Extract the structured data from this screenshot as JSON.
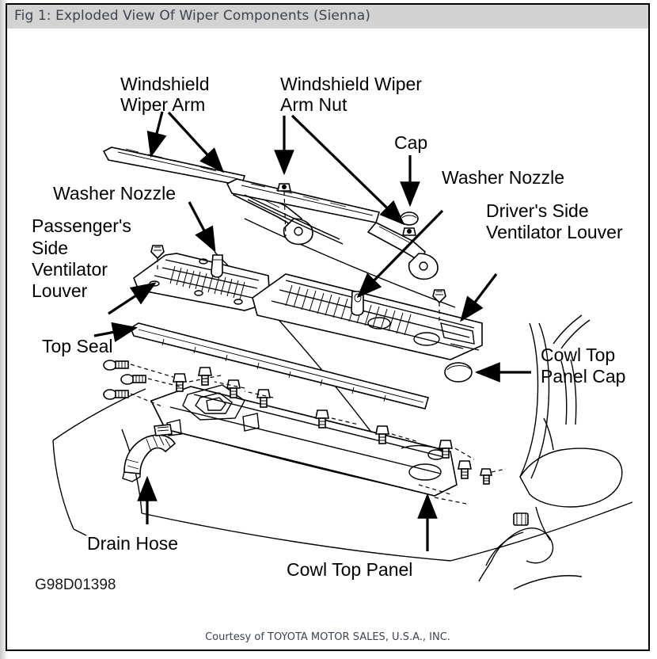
{
  "header": {
    "title": "Fig 1: Exploded View Of Wiper Components (Sienna)"
  },
  "figure": {
    "reference_code": "G98D01398",
    "type": "exploded-parts-diagram",
    "subject": "Windshield wiper and cowl components",
    "vehicle": "Sienna"
  },
  "callouts": [
    {
      "id": "windshield-wiper-arm",
      "lines": [
        "Windshield",
        "Wiper Arm"
      ]
    },
    {
      "id": "windshield-wiper-arm-nut",
      "lines": [
        "Windshield Wiper",
        "Arm Nut"
      ]
    },
    {
      "id": "cap",
      "lines": [
        "Cap"
      ]
    },
    {
      "id": "washer-nozzle-left",
      "lines": [
        "Washer Nozzle"
      ]
    },
    {
      "id": "passengers-side-ventilator-louver",
      "lines": [
        "Passenger's",
        "Side",
        "Ventilator",
        "Louver"
      ]
    },
    {
      "id": "washer-nozzle-right",
      "lines": [
        "Washer Nozzle"
      ]
    },
    {
      "id": "drivers-side-ventilator-louver",
      "lines": [
        "Driver's Side",
        "Ventilator Louver"
      ]
    },
    {
      "id": "top-seal",
      "lines": [
        "Top Seal"
      ]
    },
    {
      "id": "cowl-top-panel-cap",
      "lines": [
        "Cowl Top",
        "Panel Cap"
      ]
    },
    {
      "id": "drain-hose",
      "lines": [
        "Drain Hose"
      ]
    },
    {
      "id": "cowl-top-panel",
      "lines": [
        "Cowl Top Panel"
      ]
    }
  ],
  "labels": {
    "windshield_wiper_arm_l1": "Windshield",
    "windshield_wiper_arm_l2": "Wiper Arm",
    "windshield_wiper_arm_nut_l1": "Windshield Wiper",
    "windshield_wiper_arm_nut_l2": "Arm Nut",
    "cap": "Cap",
    "washer_nozzle_left": "Washer Nozzle",
    "passengers_l1": "Passenger's",
    "passengers_l2": "Side",
    "passengers_l3": "Ventilator",
    "passengers_l4": "Louver",
    "washer_nozzle_right": "Washer Nozzle",
    "drivers_l1": "Driver's Side",
    "drivers_l2": "Ventilator Louver",
    "top_seal": "Top Seal",
    "cowl_top_panel_cap_l1": "Cowl Top",
    "cowl_top_panel_cap_l2": "Panel Cap",
    "drain_hose": "Drain Hose",
    "cowl_top_panel": "Cowl Top Panel",
    "reference_code": "G98D01398"
  },
  "footer": {
    "credit": "Courtesy of TOYOTA MOTOR SALES, U.S.A., INC."
  },
  "colors": {
    "titlebar_bg": "#d3d3d3",
    "title_text": "#3c4450",
    "frame_border": "#000000",
    "canvas_bg": "#ffffff",
    "line_art": "#000000",
    "footer_text": "#3c4450"
  }
}
